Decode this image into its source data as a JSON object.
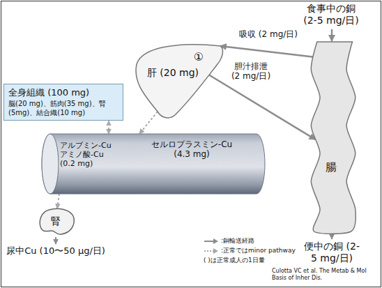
{
  "diagram": {
    "nodes": [
      {
        "text": [
          "肝 (20 mg)",
          "①"
        ]
      },
      {
        "text": [
          "腸"
        ]
      },
      {
        "text": [
          "アルブミン-Cu アミノ酸-Cu (0.2 mg)",
          "セルロプラスミン-Cu (4.3 mg)"
        ]
      },
      {
        "text": [
          "全身組織 (100 mg)",
          "脳(20 mg)、筋肉(35 mg)、腎(5mg)、結合織(10 mg)"
        ]
      },
      {
        "text": [
          "腎"
        ]
      }
    ],
    "edges": [
      {
        "from": 1,
        "to": 0,
        "arrow": "to",
        "label": "吸収 (2 mg/日)"
      },
      {
        "from": 0,
        "to": 1,
        "arrow": "to",
        "label": "胆汁排泄 (2 mg/日)"
      },
      {
        "from": 0,
        "to": 2,
        "arrow": "to"
      },
      {
        "from": 2,
        "to": 3,
        "arrow": "both"
      },
      {
        "from": 2,
        "to": 4,
        "arrow": "to"
      }
    ],
    "labels": [
      "食事中の銅 (2-5 mg/日)",
      "便中の銅 (2-5 mg/日)",
      "尿中Cu (10〜50 μg/日)",
      "( )は正常成人の1日量",
      "Culotta VC et al. The Metab & Mol Basis of Inher Dis."
    ],
    "legend": [
      {
        "text": ":銅輸送経路"
      },
      {
        "text": ":正常ではminor pathway"
      }
    ]
  }
}
